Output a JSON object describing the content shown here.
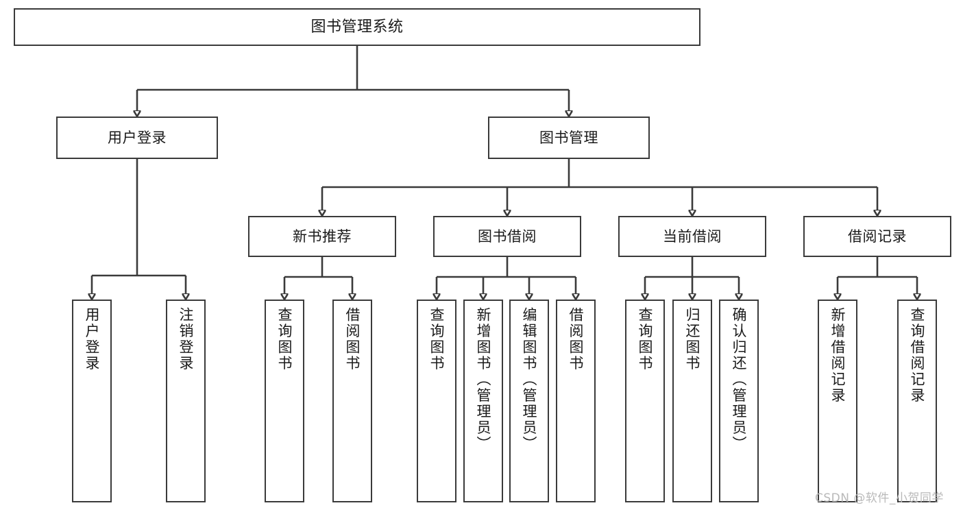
{
  "diagram": {
    "title": "图书管理系统",
    "type": "function-structure-tree",
    "watermark": "CSDN @软件_小贺同学",
    "colors": {
      "background": "#ffffff",
      "border": "#3a3a3a",
      "text": "#1a1a1a",
      "watermark": "#b9b9b9"
    },
    "root": {
      "label": "图书管理系统"
    },
    "level2": [
      {
        "label": "用户登录"
      },
      {
        "label": "图书管理"
      }
    ],
    "level3": [
      {
        "label": "新书推荐"
      },
      {
        "label": "图书借阅"
      },
      {
        "label": "当前借阅"
      },
      {
        "label": "借阅记录"
      }
    ],
    "leaves": {
      "user_login": [
        {
          "label": "用户登录"
        },
        {
          "label": "注销登录"
        }
      ],
      "new_book_recommend": [
        {
          "label": "查询图书"
        },
        {
          "label": "借阅图书"
        }
      ],
      "book_borrow": [
        {
          "label": "查询图书"
        },
        {
          "label": "新增图书（管理员）"
        },
        {
          "label": "编辑图书（管理员）"
        },
        {
          "label": "借阅图书"
        }
      ],
      "current_borrow": [
        {
          "label": "查询图书"
        },
        {
          "label": "归还图书"
        },
        {
          "label": "确认归还（管理员）"
        }
      ],
      "borrow_record": [
        {
          "label": "新增借阅记录"
        },
        {
          "label": "查询借阅记录"
        }
      ]
    }
  }
}
